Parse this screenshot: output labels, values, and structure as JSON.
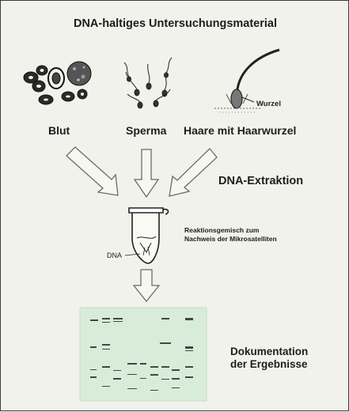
{
  "title": "DNA-haltiges Untersuchungsmaterial",
  "sources": {
    "blut": "Blut",
    "sperma": "Sperma",
    "haare": "Haare mit Haarwurzel",
    "wurzel": "Wurzel"
  },
  "extraction": "DNA-Extraktion",
  "reaction": {
    "line1": "Reaktionsgemisch zum",
    "line2": "Nachweis der Mikrosatelliten"
  },
  "tube_label": "DNA",
  "documentation": {
    "line1": "Dokumentation",
    "line2": "der Ergebnisse"
  },
  "colors": {
    "ink": "#1d1d1d",
    "background": "#f2f2ec",
    "gel": "#d9ecd9"
  }
}
